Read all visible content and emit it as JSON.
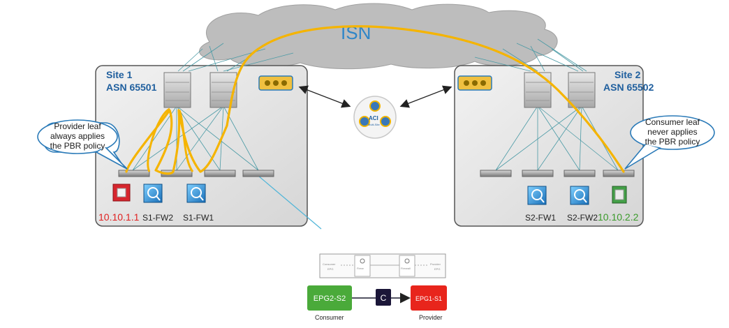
{
  "cloud": {
    "label": "ISN"
  },
  "site1": {
    "name": "Site 1",
    "asn": "ASN 65501"
  },
  "site2": {
    "name": "Site 2",
    "asn": "ASN 65502"
  },
  "msc": {
    "label": "ACI",
    "sublabel": "Multi-Site"
  },
  "callouts": {
    "provider": [
      "Provider leaf",
      "always applies",
      "the PBR policy"
    ],
    "consumer": [
      "Consumer leaf",
      "never applies",
      "the PBR policy"
    ]
  },
  "site1_devices": {
    "ip": "10.10.1.1",
    "fw2": "S1-FW2",
    "fw1": "S1-FW1"
  },
  "site2_devices": {
    "fw1": "S2-FW1",
    "fw2": "S2-FW2",
    "ip": "10.10.2.2"
  },
  "service_graph": {
    "left": "Consumer",
    "left_sub": "EPG",
    "node1": "Firew",
    "node2": "Firewall",
    "right": "Provider",
    "right_sub": "EPG"
  },
  "contract": {
    "consumer_epg": "EPG2-S2",
    "contract_label": "C",
    "provider_epg": "EPG1-S1",
    "consumer_label": "Consumer",
    "provider_label": "Provider"
  },
  "colors": {
    "path": "#f5b400",
    "link": "#4a9aa5",
    "fw_blue": "#2b8fd6",
    "ip_red": "#e02020",
    "ip_green": "#3a9a2a",
    "callout_border": "#2a7ab8",
    "epg_green": "#4aaa3a",
    "epg_red": "#e8251c"
  }
}
